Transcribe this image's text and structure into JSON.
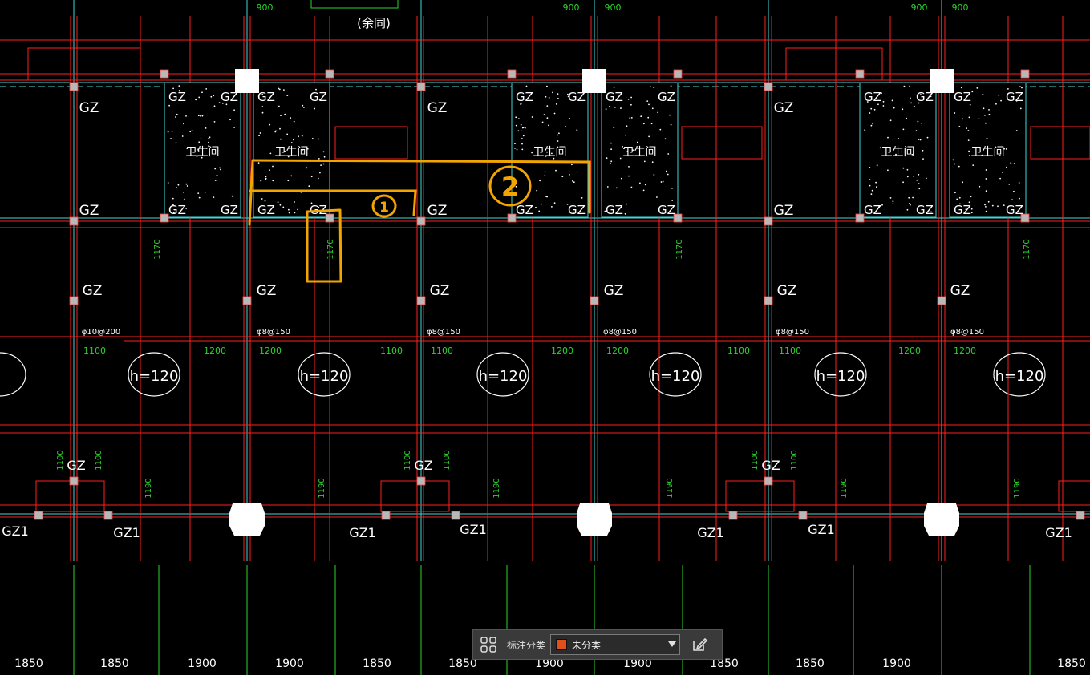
{
  "colors": {
    "background": "#000000",
    "wall": "#ff2020",
    "axis_cyan": "#3fd6d6",
    "dim_green": "#2bd42b",
    "text_white": "#ffffff",
    "markup_orange": "#f2a400",
    "column_white": "#ffffff",
    "toolbar_bg": "#3a3a3a",
    "swatch_orange": "#e0501a"
  },
  "labels": {
    "top_dims": [
      "900",
      "900",
      "900",
      "900",
      "900"
    ],
    "top_note": "(余同)",
    "gz": "GZ",
    "gz1": "GZ1",
    "room": "卫生间",
    "slab": "h=120",
    "dim_1170": "1170",
    "dim_1100": "1100",
    "dim_1200": "1200",
    "dim_1190": "1190",
    "rebar_a": "φ10@200",
    "rebar_b": "φ8@150",
    "markup_1": "1",
    "markup_2": "2"
  },
  "bottom_dims": [
    "1850",
    "1850",
    "1900",
    "1900",
    "1850",
    "1850",
    "1900",
    "1900",
    "1850",
    "1850",
    "1900",
    "1850"
  ],
  "toolbar": {
    "icon": "grid-icon",
    "label": "标注分类",
    "selected": "未分类",
    "edit_icon": "edit-icon"
  }
}
